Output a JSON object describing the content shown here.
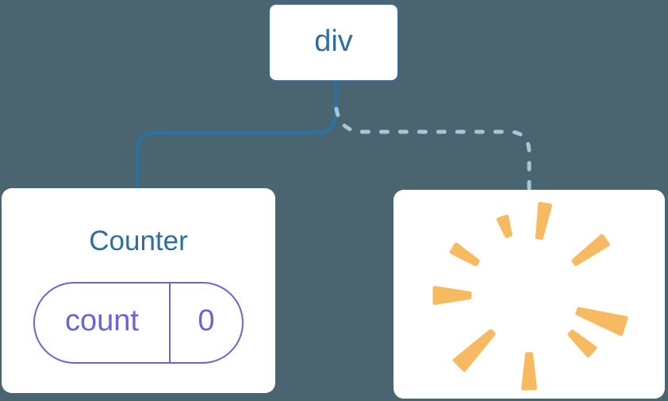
{
  "diagram": {
    "root_node": {
      "label": "div"
    },
    "counter_node": {
      "title": "Counter",
      "state_pill": {
        "name": "count",
        "value": "0"
      }
    },
    "removed_node": {
      "icon": "poof-burst-icon"
    },
    "edges": [
      {
        "from": "div",
        "to": "Counter",
        "style": "solid"
      },
      {
        "from": "div",
        "to": "removed-component",
        "style": "dashed"
      }
    ]
  },
  "colors": {
    "background": "#4a6570",
    "node_blue": "#2e6f9e",
    "edge_solid": "#2b72a3",
    "edge_dashed": "#a8c5d9",
    "state_purple": "#6666d4",
    "poof_orange": "#f8ba60",
    "card_bg": "#ffffff"
  }
}
